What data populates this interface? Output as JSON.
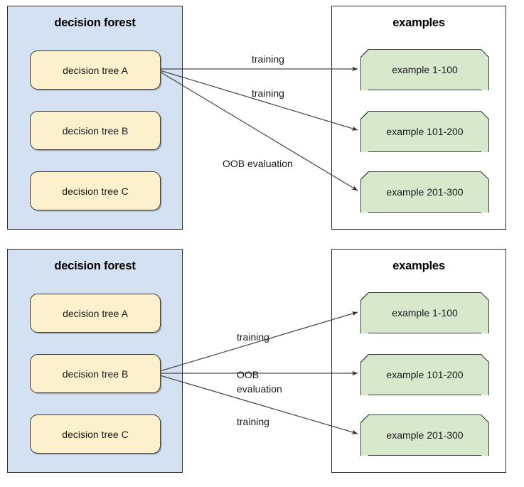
{
  "colors": {
    "forest_panel_fill": "#d4e1f2",
    "examples_panel_fill": "#ffffff",
    "tree_box_fill": "#fdf0cc",
    "example_box_fill": "#d7e8cd",
    "stroke": "#3b3b3b",
    "panel_stroke": "#2b2b2b",
    "text": "#1a1a1a",
    "background": "#ffffff"
  },
  "diagrams": [
    {
      "id": "top",
      "forest": {
        "title": "decision forest",
        "trees": [
          {
            "label": "decision tree A",
            "active": true
          },
          {
            "label": "decision tree B",
            "active": false
          },
          {
            "label": "decision tree C",
            "active": false
          }
        ]
      },
      "examples": {
        "title": "examples",
        "items": [
          {
            "label": "example 1-100"
          },
          {
            "label": "example 101-200"
          },
          {
            "label": "example 201-300"
          }
        ]
      },
      "edges": [
        {
          "from": "decision tree A",
          "to": "example 1-100",
          "label": "training"
        },
        {
          "from": "decision tree A",
          "to": "example 101-200",
          "label": "training"
        },
        {
          "from": "decision tree A",
          "to": "example 201-300",
          "label": "OOB evaluation"
        }
      ]
    },
    {
      "id": "bottom",
      "forest": {
        "title": "decision forest",
        "trees": [
          {
            "label": "decision tree A",
            "active": false
          },
          {
            "label": "decision tree B",
            "active": true
          },
          {
            "label": "decision tree C",
            "active": false
          }
        ]
      },
      "examples": {
        "title": "examples",
        "items": [
          {
            "label": "example 1-100"
          },
          {
            "label": "example 101-200"
          },
          {
            "label": "example 201-300"
          }
        ]
      },
      "edges": [
        {
          "from": "decision tree B",
          "to": "example 1-100",
          "label": "training"
        },
        {
          "from": "decision tree B",
          "to": "example 101-200",
          "label_line1": "OOB",
          "label_line2": "evaluation"
        },
        {
          "from": "decision tree B",
          "to": "example 201-300",
          "label": "training"
        }
      ]
    }
  ]
}
